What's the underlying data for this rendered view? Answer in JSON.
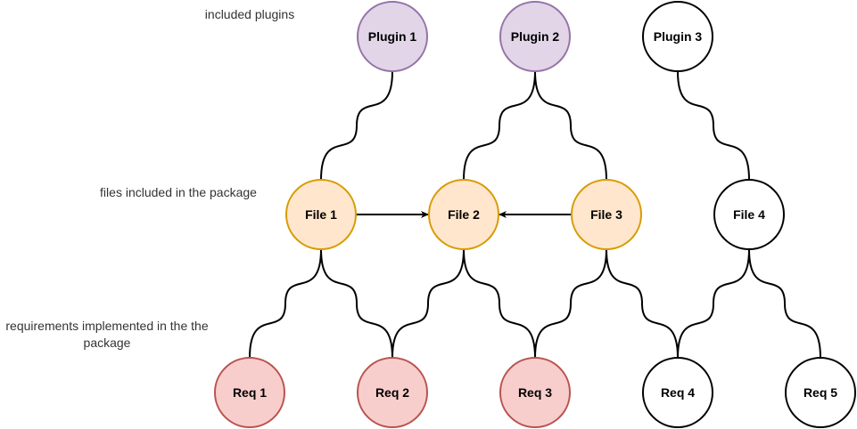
{
  "labels": {
    "plugins": "included plugins",
    "files": "files included in the package",
    "requirements": "requirements implemented in the the package"
  },
  "colors": {
    "plugin": {
      "fill": "#e1d5e7",
      "stroke": "#9673a6"
    },
    "file": {
      "fill": "#ffe6cc",
      "stroke": "#d79b00"
    },
    "req": {
      "fill": "#f8cecc",
      "stroke": "#b85450"
    },
    "plain": {
      "fill": "#ffffff",
      "stroke": "#000000"
    }
  },
  "nodes": {
    "plugin1": {
      "label": "Plugin 1",
      "style": "plugin"
    },
    "plugin2": {
      "label": "Plugin 2",
      "style": "plugin"
    },
    "plugin3": {
      "label": "Plugin 3",
      "style": "plain"
    },
    "file1": {
      "label": "File 1",
      "style": "file"
    },
    "file2": {
      "label": "File 2",
      "style": "file"
    },
    "file3": {
      "label": "File 3",
      "style": "file"
    },
    "file4": {
      "label": "File 4",
      "style": "plain"
    },
    "req1": {
      "label": "Req 1",
      "style": "req"
    },
    "req2": {
      "label": "Req 2",
      "style": "req"
    },
    "req3": {
      "label": "Req 3",
      "style": "req"
    },
    "req4": {
      "label": "Req 4",
      "style": "plain"
    },
    "req5": {
      "label": "Req 5",
      "style": "plain"
    }
  },
  "edges": [
    {
      "from": "plugin1",
      "to": "file1",
      "type": "curve"
    },
    {
      "from": "plugin2",
      "to": "file2",
      "type": "curve"
    },
    {
      "from": "plugin2",
      "to": "file3",
      "type": "curve"
    },
    {
      "from": "plugin3",
      "to": "file4",
      "type": "curve"
    },
    {
      "from": "file1",
      "to": "file2",
      "type": "arrow"
    },
    {
      "from": "file3",
      "to": "file2",
      "type": "arrow"
    },
    {
      "from": "file1",
      "to": "req1",
      "type": "curve"
    },
    {
      "from": "file1",
      "to": "req2",
      "type": "curve"
    },
    {
      "from": "file2",
      "to": "req2",
      "type": "curve"
    },
    {
      "from": "file2",
      "to": "req3",
      "type": "curve"
    },
    {
      "from": "file3",
      "to": "req3",
      "type": "curve"
    },
    {
      "from": "file3",
      "to": "req4",
      "type": "curve"
    },
    {
      "from": "file4",
      "to": "req4",
      "type": "curve"
    },
    {
      "from": "file4",
      "to": "req5",
      "type": "curve"
    }
  ]
}
